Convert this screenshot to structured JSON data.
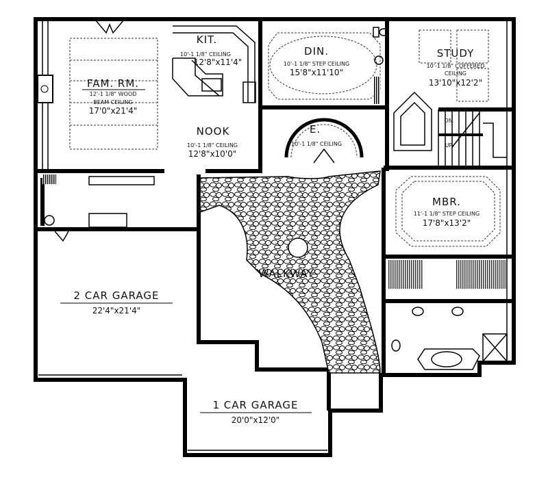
{
  "rooms": {
    "family": {
      "name": "FAM. RM.",
      "ceiling1": "12'-1 1/8\" WOOD",
      "ceiling2": "BEAM CEILING",
      "size": "17'0\"x21'4\""
    },
    "kitchen": {
      "name": "KIT.",
      "ceiling": "10'-1 1/8\" CEILING",
      "size": "12'8\"x11'4\""
    },
    "nook": {
      "name": "NOOK",
      "ceiling": "10'-1 1/8\" CEILING",
      "size": "12'8\"x10'0\""
    },
    "dining": {
      "name": "DIN.",
      "ceiling": "10'-1 1/8\" STEP CEILING",
      "size": "15'8\"x11'10\""
    },
    "entry": {
      "name": "E.",
      "ceiling": "10'-1 1/8\" CEILING"
    },
    "study": {
      "name": "STUDY",
      "ceiling1": "10'-1 1/8\" COFFERED",
      "ceiling2": "CEILING",
      "size": "13'10\"x12'2\""
    },
    "master": {
      "name": "MBR.",
      "ceiling": "11'-1 1/8\" STEP CEILING",
      "size": "17'8\"x13'2\""
    },
    "garage2": {
      "name": "2 CAR GARAGE",
      "size": "22'4\"x21'4\""
    },
    "garage1": {
      "name": "1 CAR GARAGE",
      "size": "20'0\"x12'0\""
    },
    "walkway": {
      "name": "WALKWAY"
    }
  },
  "stairs": {
    "down": "DN.",
    "up": "UP"
  }
}
